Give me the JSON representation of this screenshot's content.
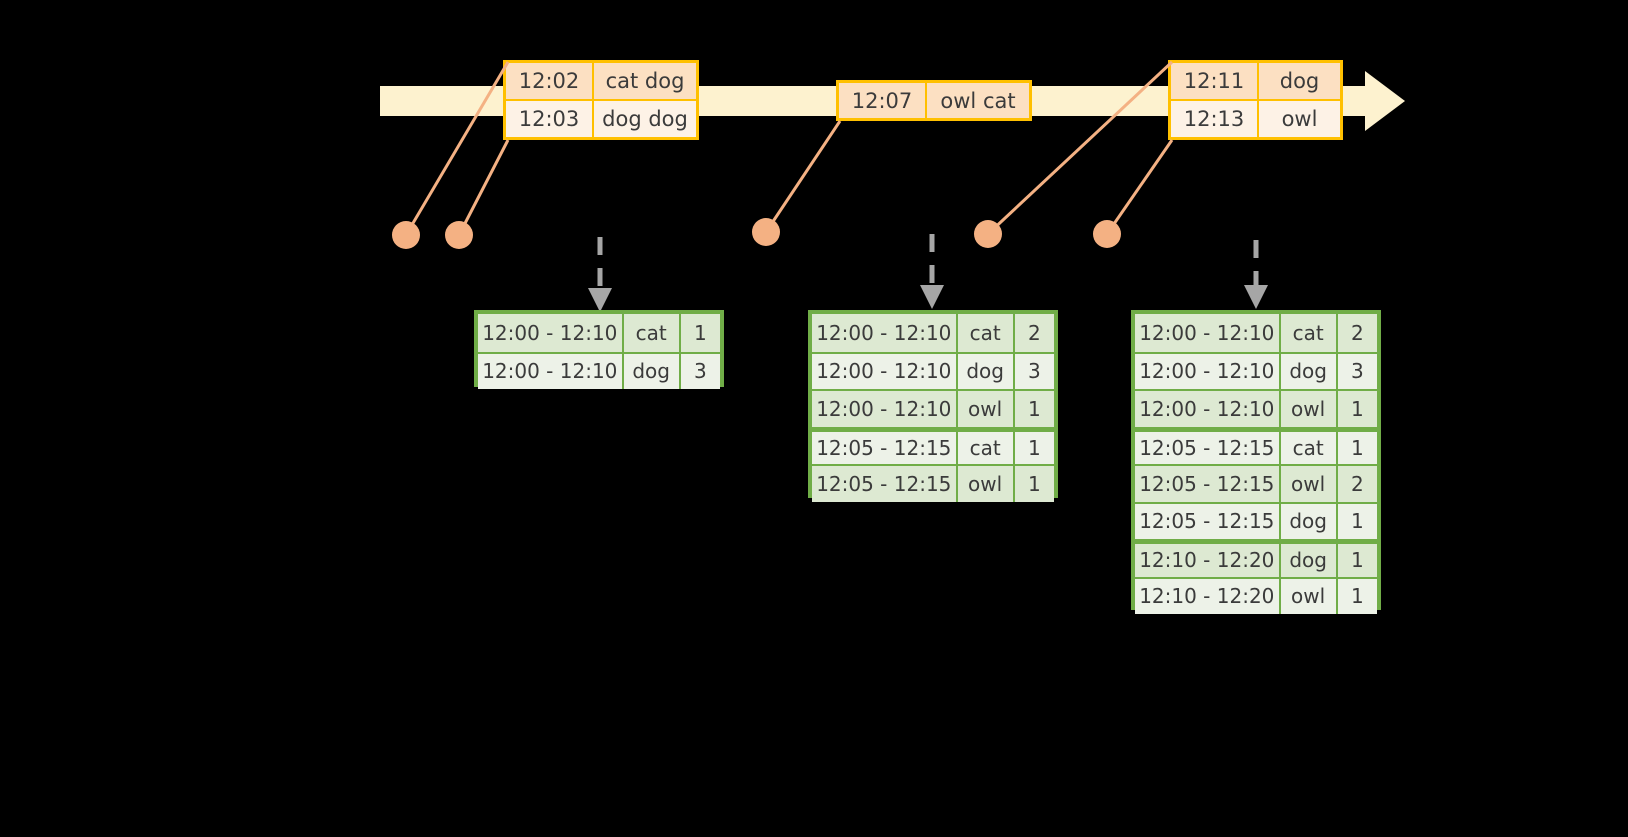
{
  "timeline": {
    "bar_color": "#fdf2cf",
    "accent_color": "#ffc000",
    "dot_color": "#f4b183",
    "events": [
      {
        "id": "event-group-1",
        "rows": [
          {
            "time": "12:02",
            "value": "cat dog"
          },
          {
            "time": "12:03",
            "value": "dog dog"
          }
        ]
      },
      {
        "id": "event-group-2",
        "rows": [
          {
            "time": "12:07",
            "value": "owl cat"
          }
        ]
      },
      {
        "id": "event-group-3",
        "rows": [
          {
            "time": "12:11",
            "value": "dog"
          },
          {
            "time": "12:13",
            "value": "owl"
          }
        ]
      }
    ]
  },
  "results": {
    "border_color": "#70ad47",
    "columns": [
      "window",
      "key",
      "count"
    ],
    "tables": [
      {
        "id": "result-table-1",
        "rows": [
          {
            "window": "12:00 - 12:10",
            "key": "cat",
            "count": "1",
            "group": 0
          },
          {
            "window": "12:00 - 12:10",
            "key": "dog",
            "count": "3",
            "group": 0
          }
        ]
      },
      {
        "id": "result-table-2",
        "rows": [
          {
            "window": "12:00 - 12:10",
            "key": "cat",
            "count": "2",
            "group": 0
          },
          {
            "window": "12:00 - 12:10",
            "key": "dog",
            "count": "3",
            "group": 0
          },
          {
            "window": "12:00 - 12:10",
            "key": "owl",
            "count": "1",
            "group": 0
          },
          {
            "window": "12:05 - 12:15",
            "key": "cat",
            "count": "1",
            "group": 1
          },
          {
            "window": "12:05 - 12:15",
            "key": "owl",
            "count": "1",
            "group": 1
          }
        ]
      },
      {
        "id": "result-table-3",
        "rows": [
          {
            "window": "12:00 - 12:10",
            "key": "cat",
            "count": "2",
            "group": 0
          },
          {
            "window": "12:00 - 12:10",
            "key": "dog",
            "count": "3",
            "group": 0
          },
          {
            "window": "12:00 - 12:10",
            "key": "owl",
            "count": "1",
            "group": 0
          },
          {
            "window": "12:05 - 12:15",
            "key": "cat",
            "count": "1",
            "group": 1
          },
          {
            "window": "12:05 - 12:15",
            "key": "owl",
            "count": "2",
            "group": 1
          },
          {
            "window": "12:05 - 12:15",
            "key": "dog",
            "count": "1",
            "group": 1
          },
          {
            "window": "12:10 - 12:20",
            "key": "dog",
            "count": "1",
            "group": 2
          },
          {
            "window": "12:10 - 12:20",
            "key": "owl",
            "count": "1",
            "group": 2
          }
        ]
      }
    ]
  }
}
